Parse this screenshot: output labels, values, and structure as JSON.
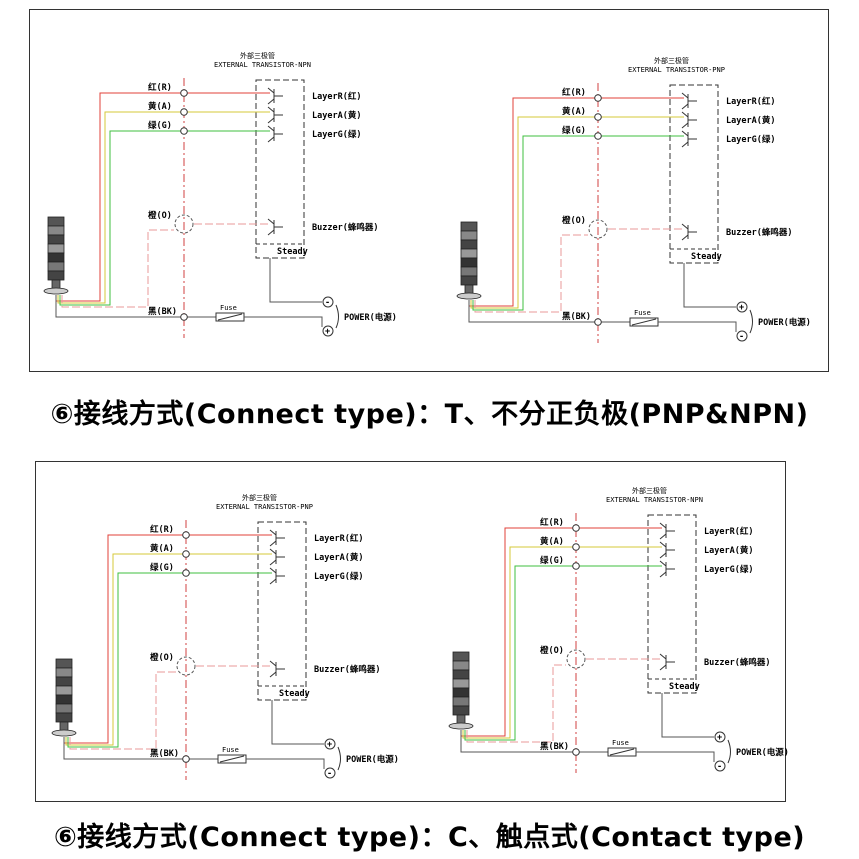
{
  "captions": {
    "top": "⑥接线方式(Connect type)：T、不分正负极(PNP&NPN)",
    "bottom": "⑥接线方式(Connect type)：C、触点式(Contact type)"
  },
  "labels": {
    "red": "红(R)",
    "yellow": "黄(A)",
    "green": "绿(G)",
    "orange": "橙(O)",
    "black": "黑(BK)",
    "fuse": "Fuse",
    "power": "POWER(电源)",
    "layer_r": "LayerR(红)",
    "layer_a": "LayerA(黄)",
    "layer_g": "LayerG(绿)",
    "buzzer": "Buzzer(蜂鸣器)",
    "steady": "Steady",
    "transistor_cn": "外部三极管",
    "plus": "+",
    "minus": "-"
  },
  "diagrams": [
    {
      "transistor_en": "EXTERNAL TRANSISTOR-NPN",
      "power_order": "minus-plus"
    },
    {
      "transistor_en": "EXTERNAL TRANSISTOR-PNP",
      "power_order": "plus-minus"
    },
    {
      "transistor_en": "EXTERNAL TRANSISTOR-PNP",
      "power_order": "plus-minus"
    },
    {
      "transistor_en": "EXTERNAL TRANSISTOR-NPN",
      "power_order": "plus-minus"
    }
  ],
  "colors": {
    "red": "#e0403a",
    "yellow": "#d6c93a",
    "green": "#3fbf3f",
    "orange": "#e89a9a",
    "purple": "#7a5fb0",
    "wire": "#555555",
    "center": "#d04040"
  }
}
